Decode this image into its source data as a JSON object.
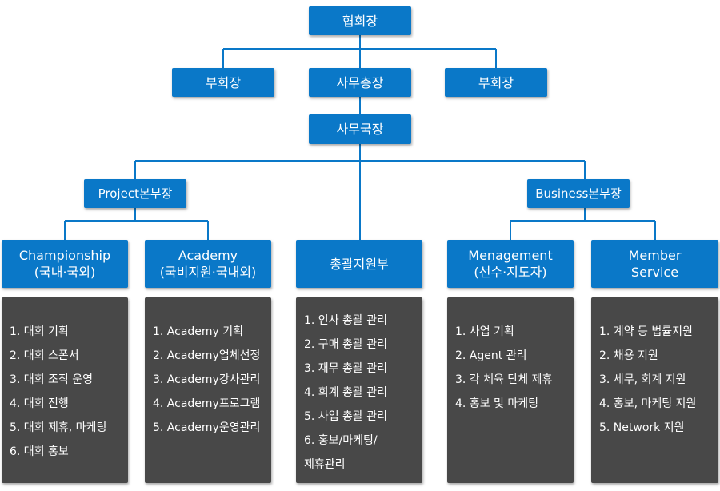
{
  "nodes": {
    "president": "협회장",
    "vp_left": "부회장",
    "secretary_general": "사무총장",
    "vp_right": "부회장",
    "director": "사무국장",
    "project_hq": "Project본부장",
    "business_hq": "Business본부장",
    "championship": {
      "line1": "Championship",
      "line2": "(국내·국외)"
    },
    "academy": {
      "line1": "Academy",
      "line2": "(국비지원·국내외)"
    },
    "general_support": "총괄지원부",
    "management": {
      "line1": "Menagement",
      "line2": "(선수·지도자)"
    },
    "member_service": {
      "line1": "Member",
      "line2": "Service"
    }
  },
  "duties": {
    "championship": [
      "1. 대회 기획",
      "2. 대회 스폰서",
      "3. 대회 조직 운영",
      "4. 대회 진행",
      "5. 대회 제휴, 마케팅",
      "6. 대회 홍보"
    ],
    "academy": [
      "1. Academy 기획",
      "2. Academy업체선정",
      "3. Academy강사관리",
      "4. Academy프로그램",
      "5. Academy운영관리"
    ],
    "general_support": [
      "1. 인사 총괄 관리",
      "2. 구매 총괄 관리",
      "3. 재무 총괄 관리",
      "4. 회계 총괄 관리",
      "5. 사업 총괄 관리",
      "6. 홍보/마케팅/",
      "제휴관리"
    ],
    "management": [
      "1. 사업 기획",
      "2. Agent 관리",
      "3. 각 체육 단체 제휴",
      "4. 홍보 및 마케팅"
    ],
    "member_service": [
      "1. 계약 등 법률지원",
      "2. 채용 지원",
      "3. 세무, 회계 지원",
      "4. 홍보, 마케팅 지원",
      "5. Network 지원"
    ]
  },
  "colors": {
    "node": "#0a78c8",
    "panel": "#484848",
    "connector": "#0a78c8"
  }
}
